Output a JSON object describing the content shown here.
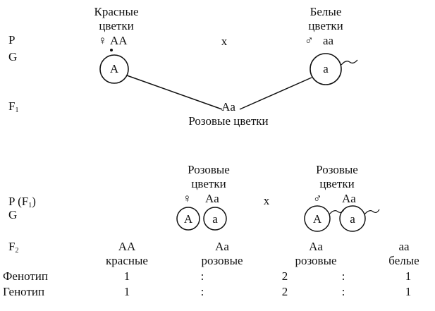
{
  "cross1": {
    "row_p": "P",
    "row_g": "G",
    "row_f1": "F",
    "f1_sub": "1",
    "female_caption_1": "Красные",
    "female_caption_2": "цветки",
    "female_sign": "♀",
    "female_genotype": "AA",
    "cross_sign": "x",
    "male_caption_1": "Белые",
    "male_caption_2": "цветки",
    "male_sign": "♂",
    "male_genotype": "aa",
    "female_gamete": "A",
    "male_gamete": "a",
    "offspring_genotype": "Aa",
    "offspring_phenotype": "Розовые цветки"
  },
  "cross2": {
    "row_p": "P (F",
    "row_p_sub": "1",
    "row_p_close": ")",
    "row_g": "G",
    "row_f2": "F",
    "f2_sub": "2",
    "female_caption_1": "Розовые",
    "female_caption_2": "цветки",
    "female_sign": "♀",
    "female_genotype": "Aa",
    "cross_sign": "x",
    "male_caption_1": "Розовые",
    "male_caption_2": "цветки",
    "male_sign": "♂",
    "male_genotype": "Aa",
    "female_gametes": [
      "A",
      "a"
    ],
    "male_gametes": [
      "A",
      "a"
    ],
    "offspring": [
      {
        "genotype": "AA",
        "phenotype": "красные"
      },
      {
        "genotype": "Aa",
        "phenotype": "розовые"
      },
      {
        "genotype": "Aa",
        "phenotype": "розовые"
      },
      {
        "genotype": "aa",
        "phenotype": "белые"
      }
    ]
  },
  "ratios": {
    "phenotype_label": "Фенотип",
    "genotype_label": "Генотип",
    "phenotype": [
      "1",
      ":",
      "2",
      ":",
      "1"
    ],
    "genotype": [
      "1",
      ":",
      "2",
      ":",
      "1"
    ]
  },
  "colors": {
    "ink": "#111111",
    "background": "#ffffff"
  }
}
